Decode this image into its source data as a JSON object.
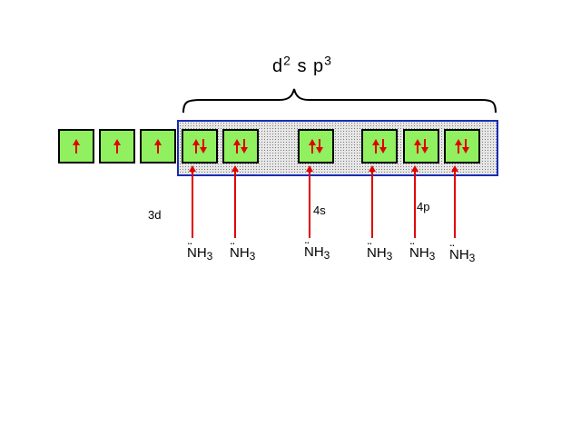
{
  "hybridization": {
    "base1": "d",
    "sup1": "2",
    "base2": "s",
    "base3": "p",
    "sup2": "3"
  },
  "orbitals": [
    {
      "electrons": "↑"
    },
    {
      "electrons": "↑"
    },
    {
      "electrons": "↑"
    },
    {
      "electrons": "↑↓"
    },
    {
      "electrons": "↑↓"
    },
    {
      "electrons": "↑↓"
    },
    {
      "electrons": "↑↓"
    },
    {
      "electrons": "↑↓"
    },
    {
      "electrons": "↑↓"
    }
  ],
  "subshell_labels": {
    "d": "3d",
    "s": "4s",
    "p": "4p"
  },
  "ligands": [
    {
      "dots": "..",
      "formula": "NH",
      "sub": "3"
    },
    {
      "dots": "..",
      "formula": "NH",
      "sub": "3"
    },
    {
      "dots": "..",
      "formula": "NH",
      "sub": "3"
    },
    {
      "dots": "..",
      "formula": "NH",
      "sub": "3"
    },
    {
      "dots": "..",
      "formula": "NH",
      "sub": "3"
    },
    {
      "dots": "..",
      "formula": "NH",
      "sub": "3"
    }
  ],
  "colors": {
    "orbital_fill": "#90f060",
    "arrow": "#e00000",
    "box_border": "#1a2db5",
    "box_fill": "#d8d8d8"
  }
}
